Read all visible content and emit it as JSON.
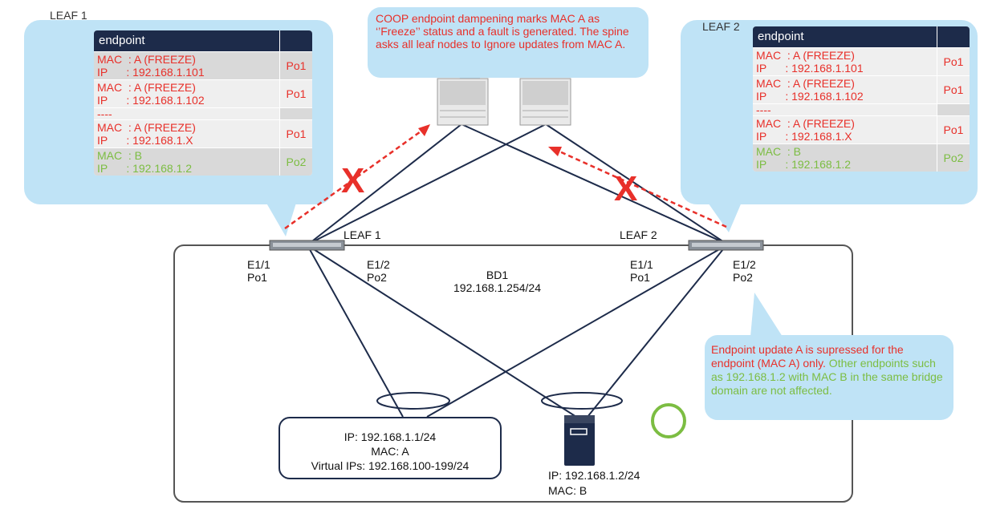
{
  "leaf1": {
    "title": "LEAF 1",
    "header": "endpoint",
    "rows": [
      {
        "mac": "MAC  : A (FREEZE)",
        "ip": "IP      : 192.168.1.101",
        "port": "Po1",
        "color": "red",
        "bg": "gray"
      },
      {
        "mac": "MAC  : A (FREEZE)",
        "ip": "IP      : 192.168.1.102",
        "port": "Po1",
        "color": "red",
        "bg": "light"
      },
      {
        "sep": "----"
      },
      {
        "mac": "MAC  : A (FREEZE)",
        "ip": "IP      : 192.168.1.X",
        "port": "Po1",
        "color": "red",
        "bg": "light"
      },
      {
        "mac": "MAC  : B",
        "ip": "IP      : 192.168.1.2",
        "port": "Po2",
        "color": "green",
        "bg": "gray"
      }
    ]
  },
  "leaf2": {
    "title": "LEAF 2",
    "header": "endpoint",
    "rows": [
      {
        "mac": "MAC  : A (FREEZE)",
        "ip": "IP      : 192.168.1.101",
        "port": "Po1",
        "color": "red",
        "bg": "light"
      },
      {
        "mac": "MAC  : A (FREEZE)",
        "ip": "IP      : 192.168.1.102",
        "port": "Po1",
        "color": "red",
        "bg": "light"
      },
      {
        "sep": "----"
      },
      {
        "mac": "MAC  : A (FREEZE)",
        "ip": "IP      : 192.168.1.X",
        "port": "Po1",
        "color": "red",
        "bg": "light"
      },
      {
        "mac": "MAC  : B",
        "ip": "IP      : 192.168.1.2",
        "port": "Po2",
        "color": "green",
        "bg": "gray"
      }
    ]
  },
  "top_callout": "COOP endpoint dampening marks MAC A as ‘’Freeze’’ status and a fault is generated. The spine asks all leaf nodes to Ignore updates from MAC A.",
  "bottom_callout": {
    "red_text": "Endpoint update A is supressed for the endpoint (MAC A) only.",
    "green_text": " Other endpoints such as 192.168.1.2 with MAC B in the same bridge domain are not affected."
  },
  "labels": {
    "leaf1_name": "LEAF 1",
    "leaf2_name": "LEAF 2",
    "leaf1_e11": "E1/1\nPo1",
    "leaf1_e12": "E1/2\nPo2",
    "leaf2_e11": "E1/1\nPo1",
    "leaf2_e12": "E1/2\nPo2",
    "bd": "BD1\n192.168.1.254/24",
    "x_mark": "X"
  },
  "host_a": {
    "ip": "IP: 192.168.1.1/24",
    "mac": "MAC: A",
    "vips": "Virtual IPs: 192.168.100-199/24"
  },
  "host_b": {
    "ip": "IP: 192.168.1.2/24",
    "mac": "MAC: B"
  },
  "colors": {
    "red": "#e8302a",
    "green": "#7cbd42",
    "navy": "#1d2b4a",
    "bubble": "#bfe3f6"
  }
}
